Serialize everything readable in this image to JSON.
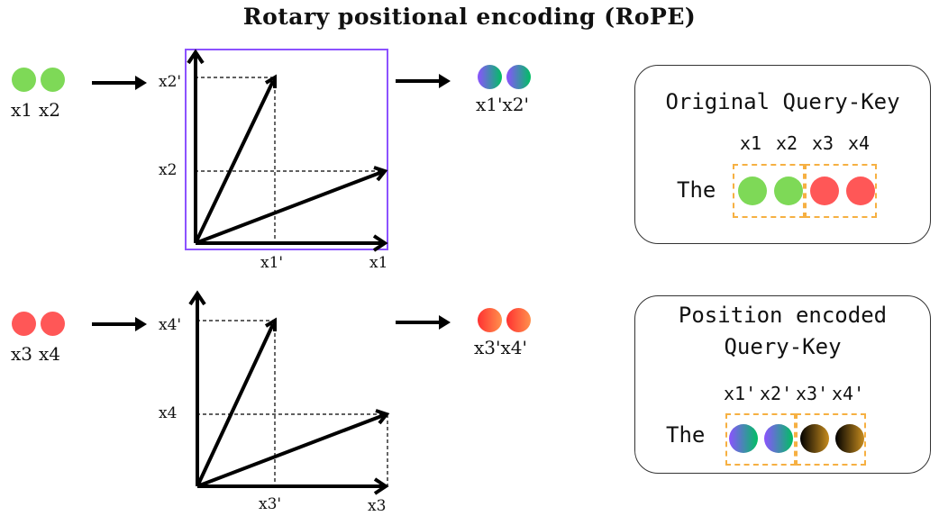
{
  "title": "Rotary positional encoding (RoPE)",
  "colors": {
    "green": "#7ed957",
    "red": "#ff5757",
    "purple_frame": "#8c52ff",
    "dashed_group": "#f6b042",
    "rotated_green_gradient": [
      "#8c52ff",
      "#00bf63"
    ],
    "rotated_red_gradient": [
      "#ff3131",
      "#ff914d"
    ],
    "rotated_dark_gradient": [
      "#000000",
      "#c78c1e"
    ]
  },
  "row1": {
    "input_labels": [
      "x1",
      "x2"
    ],
    "output_labels": [
      "x1'",
      "x2'"
    ],
    "output_label": "x1'x2'",
    "graph": {
      "y_labels": [
        "x2'",
        "x2"
      ],
      "x_labels": [
        "x1'",
        "x1"
      ],
      "highlighted": true
    }
  },
  "row2": {
    "input_labels": [
      "x3",
      "x4"
    ],
    "output_label": "x3'x4'",
    "graph": {
      "y_labels": [
        "x4'",
        "x4"
      ],
      "x_labels": [
        "x3'",
        "x3"
      ],
      "highlighted": false
    }
  },
  "original_card": {
    "title": "Original Query-Key",
    "token": "The",
    "columns": [
      "x1",
      "x2",
      "x3",
      "x4"
    ]
  },
  "encoded_card": {
    "title_line1": "Position encoded",
    "title_line2": "Query-Key",
    "token": "The",
    "columns": [
      "x1'",
      "x2'",
      "x3'",
      "x4'"
    ]
  }
}
